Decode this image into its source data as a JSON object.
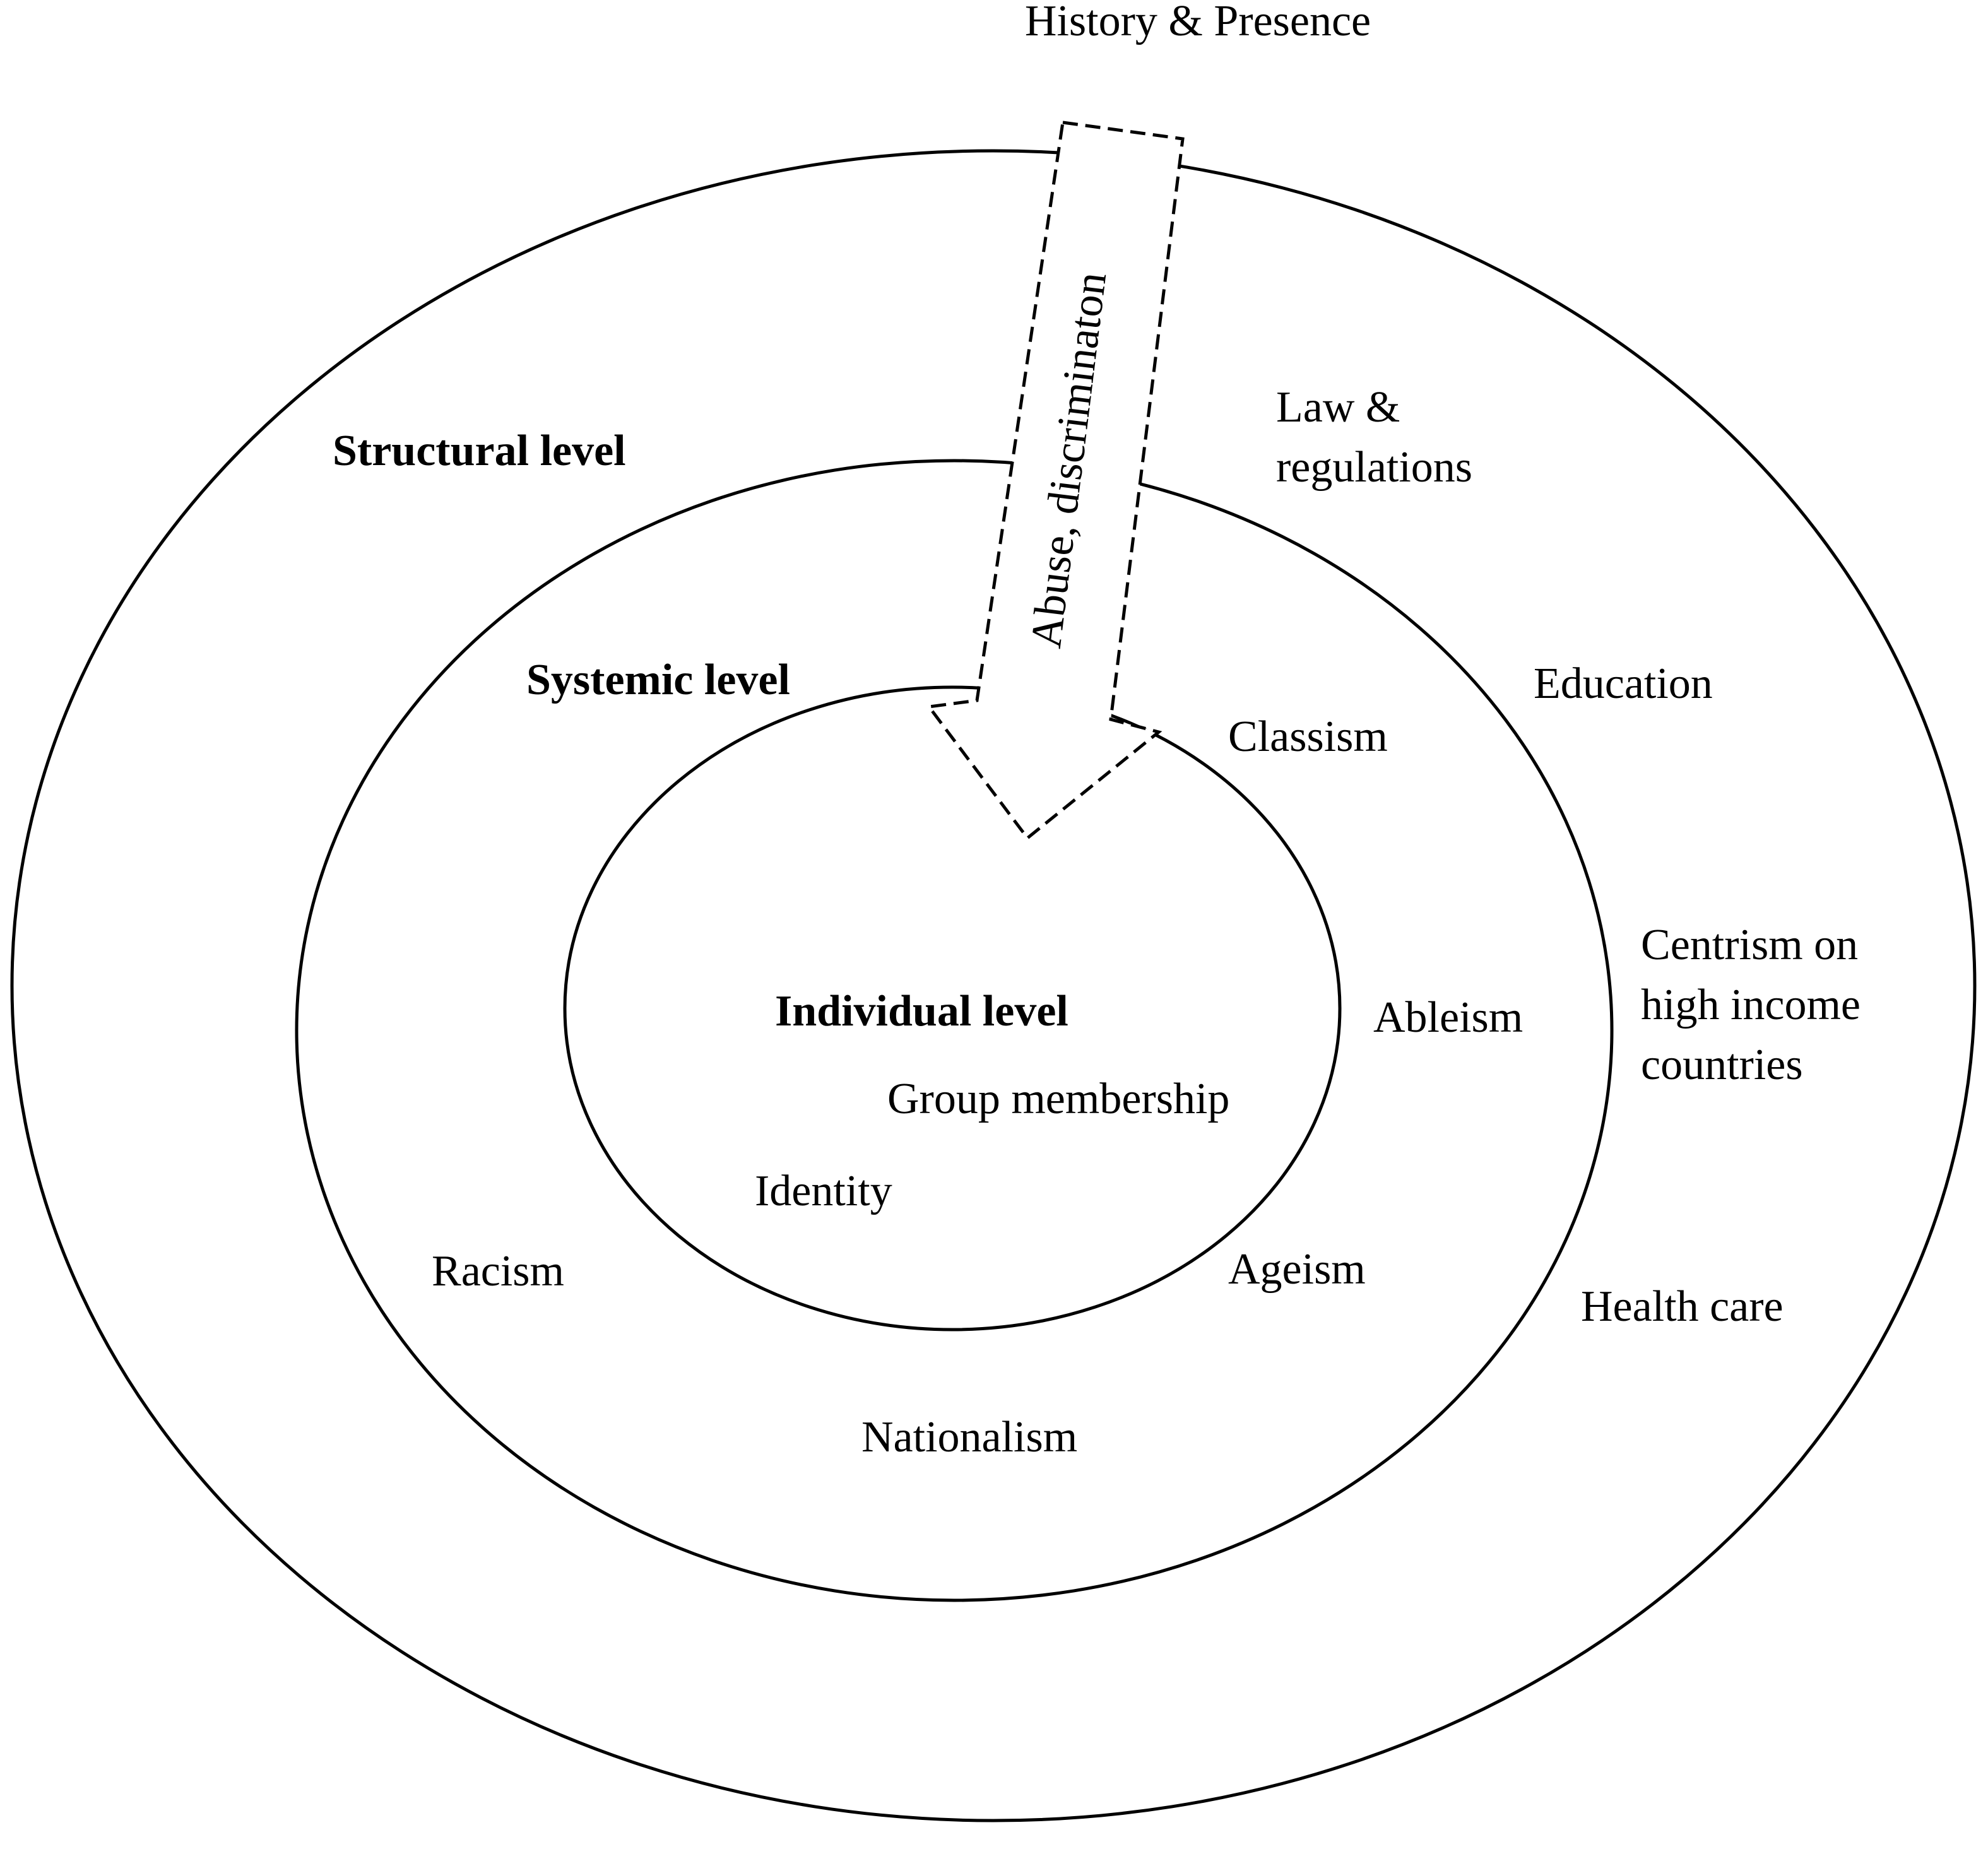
{
  "title": "History & Presence",
  "arrow": {
    "label": "Abuse, discriminaton"
  },
  "levels": {
    "structural": {
      "title": "Structural level",
      "items": {
        "law": [
          "Law &",
          "regulations"
        ],
        "education": "Education",
        "centrism": [
          "Centrism on",
          "high income",
          "countries"
        ],
        "health": "Health care"
      }
    },
    "systemic": {
      "title": "Systemic level",
      "items": {
        "classism": "Classism",
        "ableism": "Ableism",
        "ageism": "Ageism",
        "racism": "Racism",
        "nationalism": "Nationalism"
      }
    },
    "individual": {
      "title": "Individual level",
      "items": {
        "group": "Group membership",
        "identity": "Identity"
      }
    }
  },
  "colors": {
    "stroke": "#000000",
    "background": "#ffffff"
  }
}
